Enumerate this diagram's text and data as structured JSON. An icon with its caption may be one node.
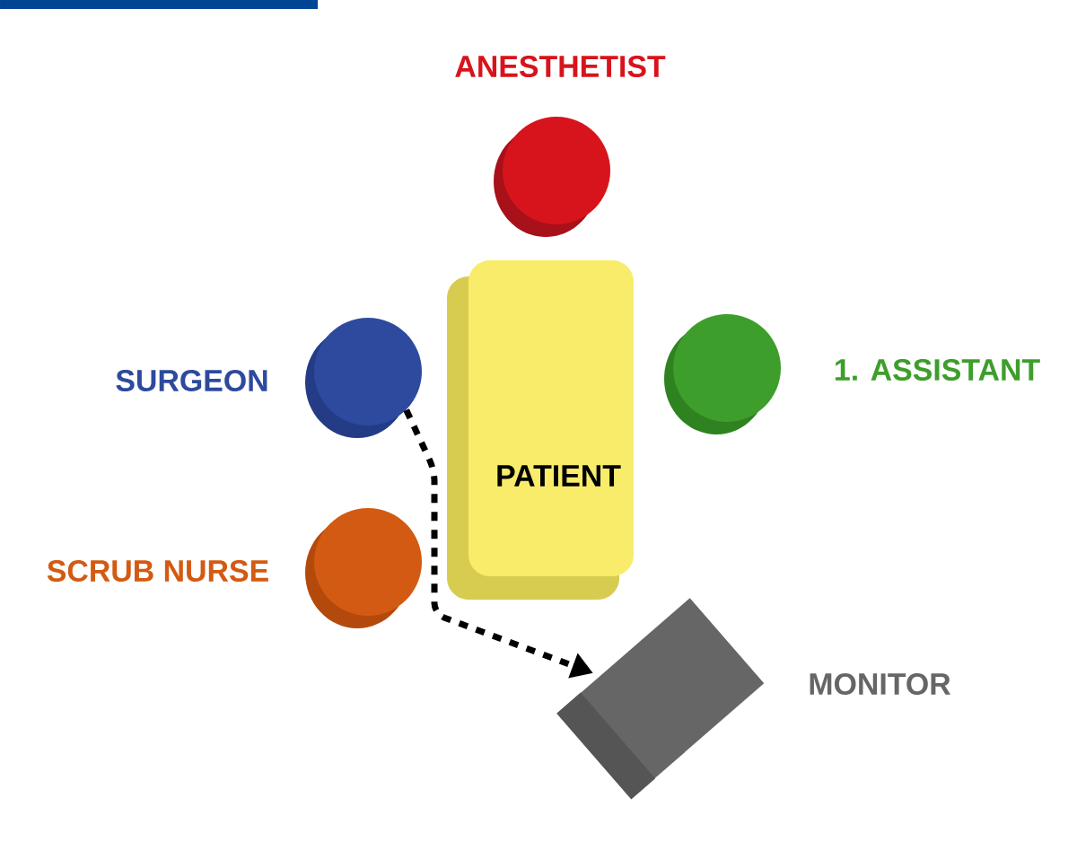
{
  "diagram": {
    "nodes": [
      {
        "text": [
          "ANESTHETIST"
        ]
      },
      {
        "text": [
          "SURGEON"
        ]
      },
      {
        "text": [
          "1. ASSISTANT"
        ]
      },
      {
        "text": [
          "PATIENT"
        ]
      },
      {
        "text": [
          "SCRUB NURSE"
        ]
      },
      {
        "text": [
          "MONITOR"
        ]
      }
    ],
    "edges": [
      {
        "from": 1,
        "to": 5,
        "arrow": "to",
        "style": "dashed"
      }
    ]
  }
}
